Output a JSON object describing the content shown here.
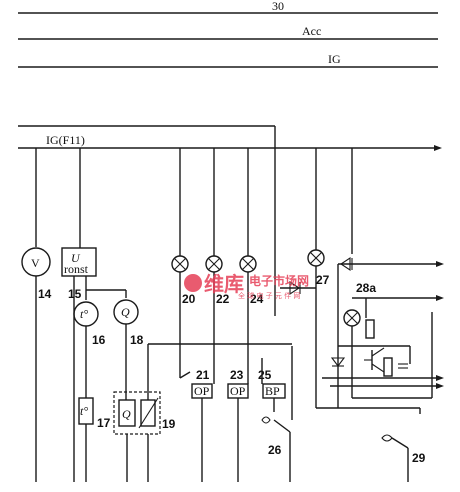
{
  "rails": {
    "r30": "30",
    "acc": "Acc",
    "ig": "IG",
    "igf11": "IG(F11)"
  },
  "components": {
    "voltmeter": {
      "symbol": "V",
      "number": "14"
    },
    "regulator": {
      "symbol": "U",
      "sub": "ronst",
      "number": "15"
    },
    "temp_gauge": {
      "symbol": "t°",
      "number": "16"
    },
    "temp_sender": {
      "symbol": "t°",
      "number": "17"
    },
    "fuel_gauge": {
      "symbol": "Q",
      "number": "18"
    },
    "fuel_sender": {
      "symbol": "Q",
      "number": "19"
    },
    "lamp20": {
      "number": "20"
    },
    "lamp22": {
      "number": "22"
    },
    "lamp24": {
      "number": "24"
    },
    "lamp27": {
      "number": "27"
    },
    "op21": {
      "symbol": "OP",
      "number": "21"
    },
    "op23": {
      "symbol": "OP",
      "number": "23"
    },
    "bp25": {
      "symbol": "BP",
      "number": "25"
    },
    "switch26": {
      "number": "26"
    },
    "module28a": {
      "number": "28a"
    },
    "switch29": {
      "number": "29"
    }
  },
  "watermark": {
    "brand": "维库",
    "line1": "电子市场网",
    "line2": "全 球 电 子 元 件 网"
  }
}
